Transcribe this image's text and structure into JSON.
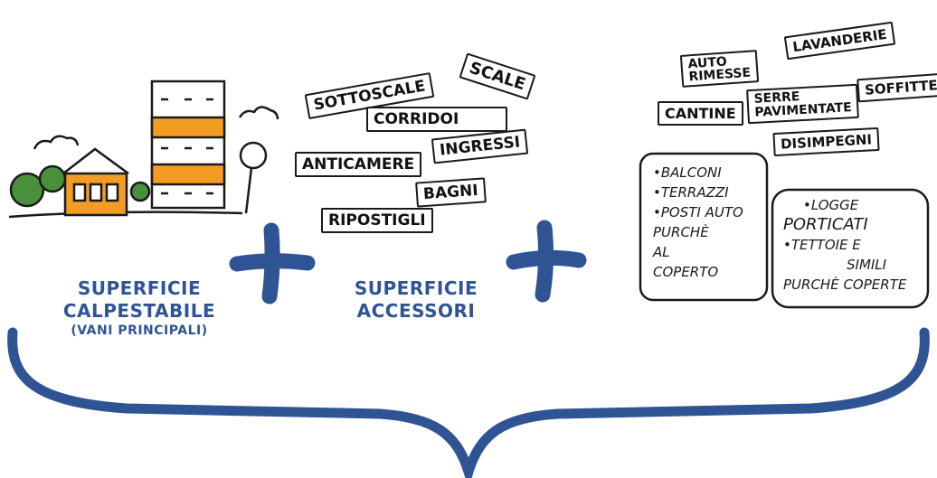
{
  "label_calpestabile": "SUPERFICIE\nCALPESTABILE",
  "label_calpestabile_sub": "(VANI PRINCIPALI)",
  "label_accessori": "SUPERFICIE\nACCESSORI",
  "accessori_signs": [
    "SCALE",
    "SOTTOSCALE",
    "CORRIDOI",
    "INGRESSI",
    "ANTICAMERE",
    "BAGNI",
    "RIPOSTIGLI"
  ],
  "other_signs": [
    "AUTO\nRIMESSE",
    "LAVANDERIE",
    "SERRE\nPAVIMENTATE",
    "SOFFITTE",
    "CANTINE",
    "DISIMPEGNI"
  ],
  "panel_left_lines": [
    "•BALCONI",
    "•TERRAZZI",
    "•POSTI AUTO",
    "PURCHÈ",
    "AL",
    "COPERTO"
  ],
  "panel_right_lines": [
    "•LOGGE",
    "PORTICATI",
    "•TETTOIE E",
    "SIMILI",
    "PURCHÈ COPERTE"
  ],
  "colors": {
    "accent": "#2f5493",
    "orange": "#f39c23",
    "green": "#4a8f3b"
  }
}
